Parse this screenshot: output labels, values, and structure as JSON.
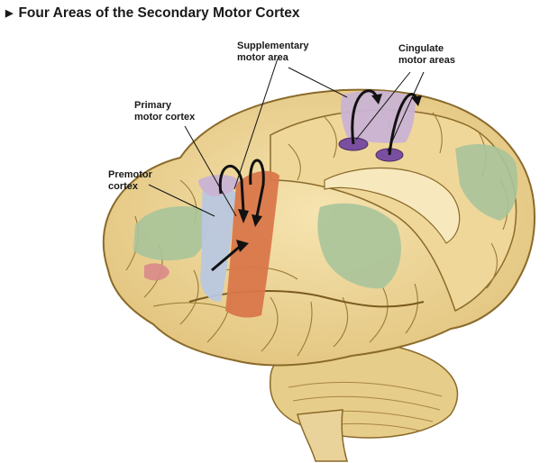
{
  "title": "Four Areas of the Secondary Motor Cortex",
  "title_bullet": "▶",
  "labels": {
    "supplementary": [
      "Supplementary",
      "motor area"
    ],
    "cingulate": [
      "Cingulate",
      "motor areas"
    ],
    "primary": [
      "Primary",
      "motor cortex"
    ],
    "premotor": [
      "Premotor",
      "cortex"
    ]
  },
  "colors": {
    "brain": "#f0d99a",
    "brain_outline": "#8a6a2a",
    "primary_motor": "#d9774a",
    "premotor": "#b9c7df",
    "supplementary": "#c9b3d3",
    "cingulate": "#7b4fa0",
    "green_area": "#a9c49a",
    "red_area": "#d98a8a",
    "arrow": "#111111"
  }
}
